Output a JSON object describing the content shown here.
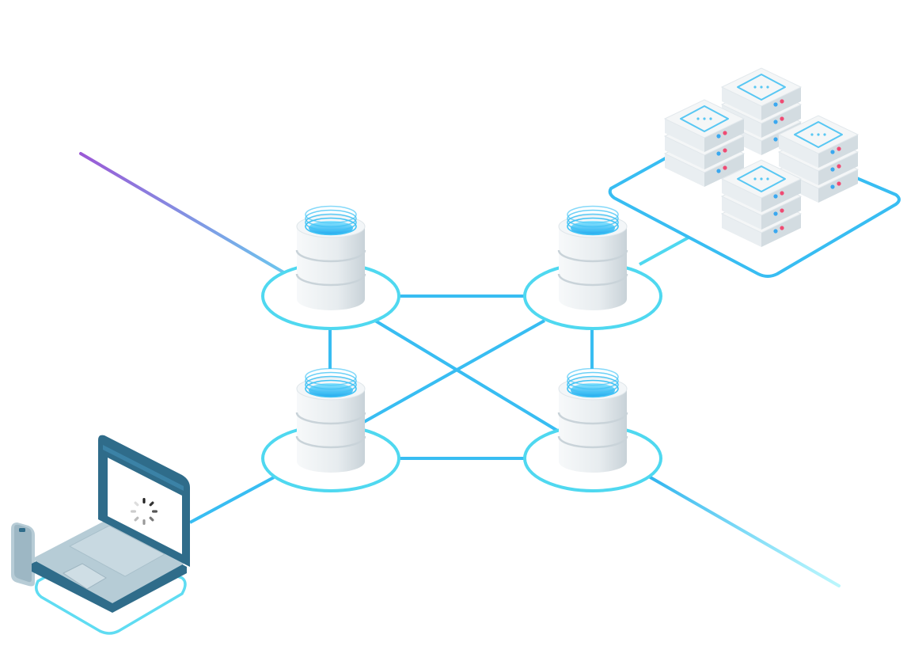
{
  "colors": {
    "link": "#38bdf2",
    "link_light": "#67e8f9",
    "incoming_link": "#9b59d6",
    "ring": "#4fd8f0",
    "node_body": "#eef2f4",
    "node_shadow": "#c9d3d9",
    "node_top": "#41c3f5",
    "server_body": "#f4f6f7",
    "server_panel": "#58c7f3",
    "led_red": "#ef4b73",
    "led_blue": "#3aa8f0",
    "laptop_frame": "#2f6c8a",
    "laptop_body": "#b6ccd6",
    "laptop_screen": "#ffffff"
  },
  "diagram": {
    "nodes": [
      {
        "id": "db-top-left",
        "icon": "database-icon"
      },
      {
        "id": "db-top-right",
        "icon": "database-icon"
      },
      {
        "id": "db-bottom-left",
        "icon": "database-icon"
      },
      {
        "id": "db-bottom-right",
        "icon": "database-icon"
      }
    ],
    "links": [
      {
        "from": "db-top-left",
        "to": "db-top-right"
      },
      {
        "from": "db-bottom-left",
        "to": "db-bottom-right"
      },
      {
        "from": "db-top-left",
        "to": "db-bottom-left"
      },
      {
        "from": "db-top-right",
        "to": "db-bottom-right"
      },
      {
        "from": "db-top-left",
        "to": "db-bottom-right"
      },
      {
        "from": "db-top-right",
        "to": "db-bottom-left"
      },
      {
        "from": "db-top-right",
        "to": "server-cluster"
      },
      {
        "from": "db-bottom-left",
        "to": "laptop"
      },
      {
        "from": "incoming",
        "to": "db-top-left"
      },
      {
        "from": "db-bottom-right",
        "to": "outgoing"
      }
    ],
    "server_cluster": {
      "servers": 4,
      "icon": "server-rack-icon"
    },
    "client": {
      "icon": "laptop-icon",
      "status_icon": "loading-spinner-icon",
      "phone_icon": "smartphone-icon"
    }
  }
}
